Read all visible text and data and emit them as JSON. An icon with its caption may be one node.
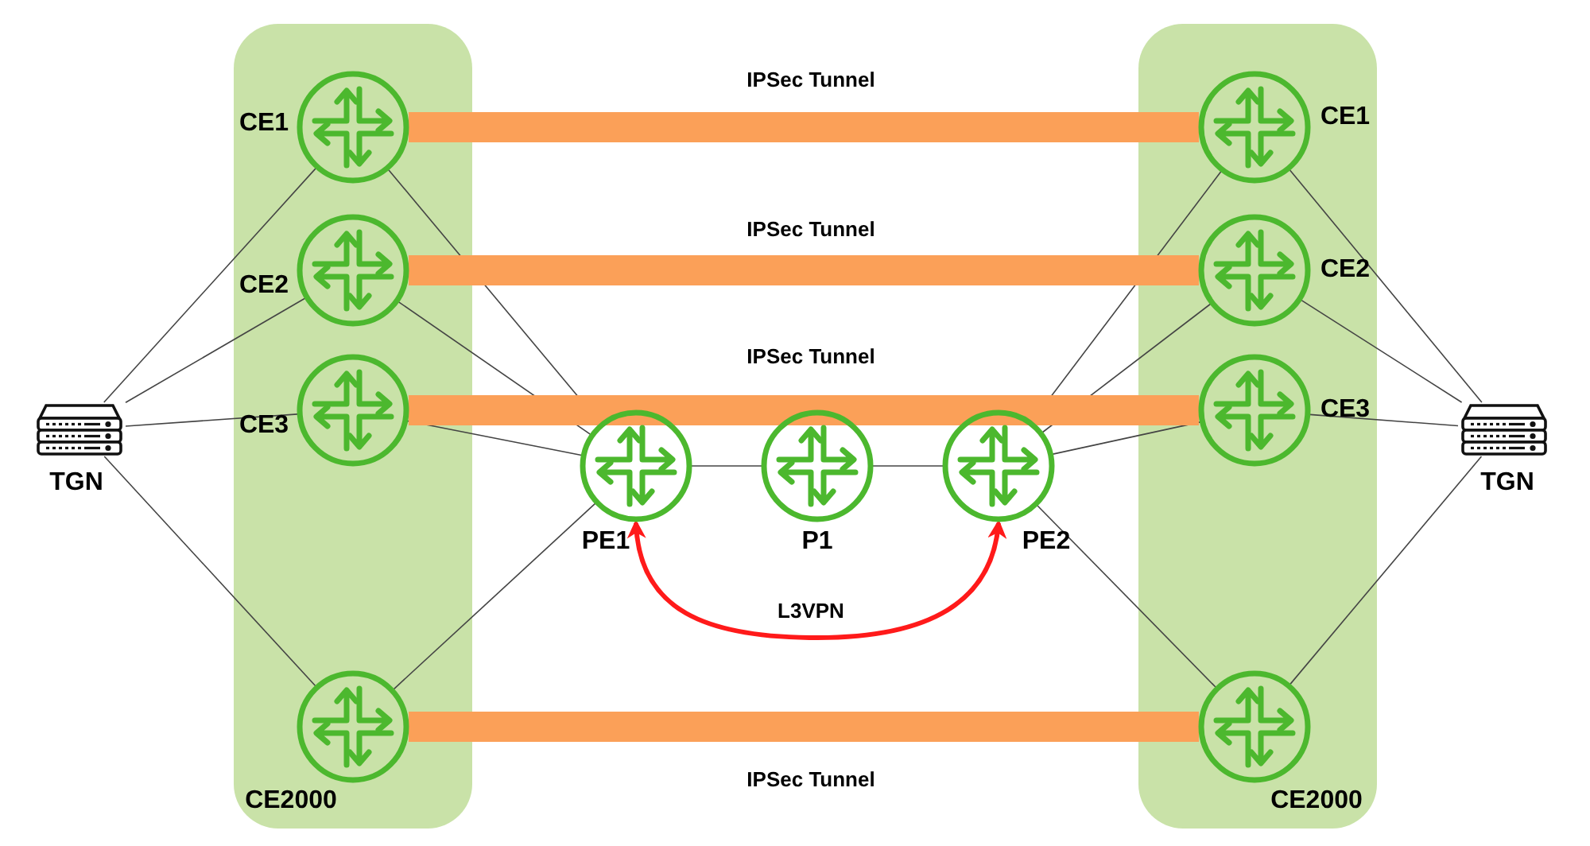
{
  "diagram": {
    "nodes": [
      {
        "text": [],
        "shape": "box"
      },
      {
        "text": [
          "CE1"
        ],
        "in": 0
      },
      {
        "text": [
          "CE2"
        ],
        "in": 0
      },
      {
        "text": [
          "CE3"
        ],
        "in": 0
      },
      {
        "text": [
          "CE2000"
        ],
        "in": 0
      },
      {
        "text": [],
        "shape": "box"
      },
      {
        "text": [
          "CE1"
        ],
        "in": 5
      },
      {
        "text": [
          "CE2"
        ],
        "in": 5
      },
      {
        "text": [
          "CE3"
        ],
        "in": 5
      },
      {
        "text": [
          "CE2000"
        ],
        "in": 5
      },
      {
        "text": [
          "TGN"
        ]
      },
      {
        "text": [
          "TGN"
        ]
      },
      {
        "text": [
          "PE1"
        ]
      },
      {
        "text": [
          "P1"
        ]
      },
      {
        "text": [
          "PE2"
        ]
      }
    ],
    "edges": [
      {
        "from": 10,
        "to": 1,
        "arrow": "none"
      },
      {
        "from": 10,
        "to": 2,
        "arrow": "none"
      },
      {
        "from": 10,
        "to": 3,
        "arrow": "none"
      },
      {
        "from": 10,
        "to": 4,
        "arrow": "none"
      },
      {
        "from": 1,
        "to": 12,
        "arrow": "none"
      },
      {
        "from": 2,
        "to": 12,
        "arrow": "none"
      },
      {
        "from": 3,
        "to": 12,
        "arrow": "none"
      },
      {
        "from": 4,
        "to": 12,
        "arrow": "none"
      },
      {
        "from": 12,
        "to": 13,
        "arrow": "none"
      },
      {
        "from": 13,
        "to": 14,
        "arrow": "none"
      },
      {
        "from": 14,
        "to": 6,
        "arrow": "none"
      },
      {
        "from": 14,
        "to": 7,
        "arrow": "none"
      },
      {
        "from": 14,
        "to": 8,
        "arrow": "none"
      },
      {
        "from": 14,
        "to": 9,
        "arrow": "none"
      },
      {
        "from": 6,
        "to": 11,
        "arrow": "none"
      },
      {
        "from": 7,
        "to": 11,
        "arrow": "none"
      },
      {
        "from": 8,
        "to": 11,
        "arrow": "none"
      },
      {
        "from": 9,
        "to": 11,
        "arrow": "none"
      },
      {
        "from": 1,
        "to": 6,
        "arrow": "none",
        "label": "IPSec Tunnel",
        "style": "thick",
        "color": "#fba058"
      },
      {
        "from": 2,
        "to": 7,
        "arrow": "none",
        "label": "IPSec Tunnel",
        "style": "thick",
        "color": "#fba058"
      },
      {
        "from": 3,
        "to": 8,
        "arrow": "none",
        "label": "IPSec Tunnel",
        "style": "thick",
        "color": "#fba058"
      },
      {
        "from": 4,
        "to": 9,
        "arrow": "none",
        "label": "IPSec Tunnel",
        "style": "thick",
        "color": "#fba058"
      },
      {
        "from": 12,
        "to": 14,
        "arrow": "both",
        "label": "L3VPN",
        "style": "thick",
        "color": "#ff1a1a"
      }
    ]
  }
}
